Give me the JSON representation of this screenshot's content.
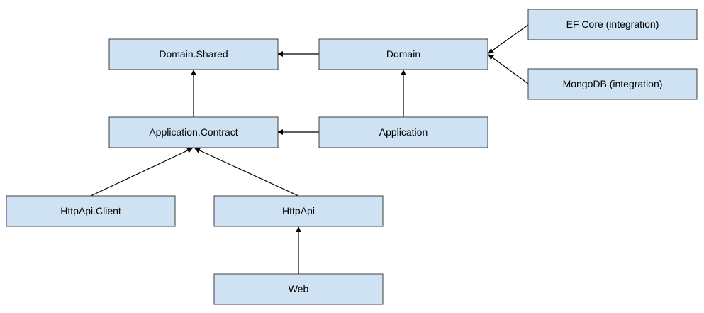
{
  "diagram": {
    "colors": {
      "node_fill": "#cfe2f3",
      "node_border": "#3d3d3d",
      "edge": "#000000",
      "background": "#ffffff"
    },
    "nodes": {
      "domain_shared": {
        "label": "Domain.Shared"
      },
      "domain": {
        "label": "Domain"
      },
      "ef_core": {
        "label": "EF Core (integration)"
      },
      "mongodb": {
        "label": "MongoDB (integration)"
      },
      "application_contract": {
        "label": "Application.Contract"
      },
      "application": {
        "label": "Application"
      },
      "httpapi_client": {
        "label": "HttpApi.Client"
      },
      "httpapi": {
        "label": "HttpApi"
      },
      "web": {
        "label": "Web"
      }
    },
    "edges": [
      {
        "from": "domain",
        "to": "domain_shared"
      },
      {
        "from": "ef_core",
        "to": "domain"
      },
      {
        "from": "mongodb",
        "to": "domain"
      },
      {
        "from": "application_contract",
        "to": "domain_shared"
      },
      {
        "from": "application",
        "to": "domain"
      },
      {
        "from": "application",
        "to": "application_contract"
      },
      {
        "from": "httpapi_client",
        "to": "application_contract"
      },
      {
        "from": "httpapi",
        "to": "application_contract"
      },
      {
        "from": "web",
        "to": "httpapi"
      }
    ]
  }
}
